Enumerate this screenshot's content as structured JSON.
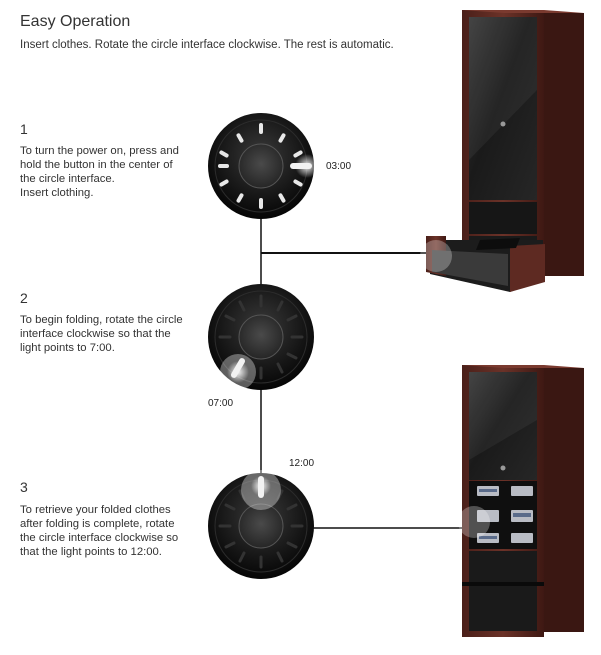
{
  "header": {
    "title": "Easy Operation",
    "subtitle": "Insert clothes. Rotate the circle interface clockwise. The rest is automatic."
  },
  "steps": [
    {
      "number": "1",
      "line1": "To turn the power on, press and",
      "line2": "hold the button in the center of",
      "line3": "the circle interface.",
      "line4": "Insert clothing.",
      "time": "03:00"
    },
    {
      "number": "2",
      "line1": "To begin folding, rotate the circle",
      "line2": "interface clockwise so that the",
      "line3": "light points to 7:00.",
      "time": "07:00"
    },
    {
      "number": "3",
      "line1": "To retrieve your folded clothes",
      "line2": "after folding is complete, rotate",
      "line3": "the circle interface clockwise so",
      "line4": "that the light points to 12:00.",
      "time": "12:00"
    }
  ],
  "icons": [
    "circle-dial-interface",
    "cabinet-with-open-drawer",
    "cabinet-with-shelves"
  ],
  "colors": {
    "wood": "#5a2a22",
    "glass": "#1e1e1e",
    "dial": "#151515",
    "text": "#333333"
  }
}
